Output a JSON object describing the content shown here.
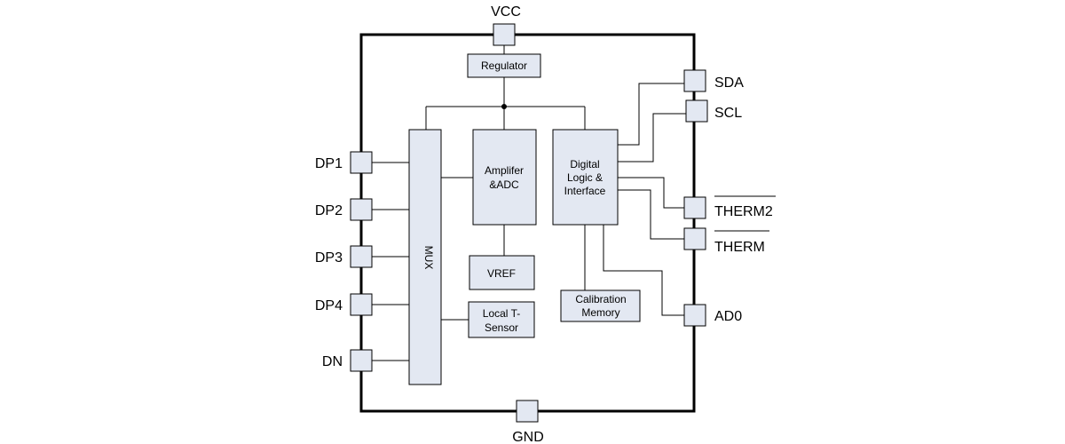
{
  "pins": {
    "vcc": "VCC",
    "gnd": "GND",
    "sda": "SDA",
    "scl": "SCL",
    "therm2": "THERM2",
    "therm": "THERM",
    "ad0": "AD0",
    "dp1": "DP1",
    "dp2": "DP2",
    "dp3": "DP3",
    "dp4": "DP4",
    "dn": "DN"
  },
  "blocks": {
    "regulator": "Regulator",
    "mux": "MUX",
    "amplifier": [
      "Amplifer",
      "&ADC"
    ],
    "digital_logic": [
      "Digital",
      "Logic &",
      "Interface"
    ],
    "vref": "VREF",
    "local_sensor": [
      "Local T-",
      "Sensor"
    ],
    "calibration": [
      "Calibration",
      "Memory"
    ]
  },
  "colors": {
    "block_fill": "#e3e8f2",
    "pin_fill": "#e3e8f2",
    "outline": "#000000"
  }
}
